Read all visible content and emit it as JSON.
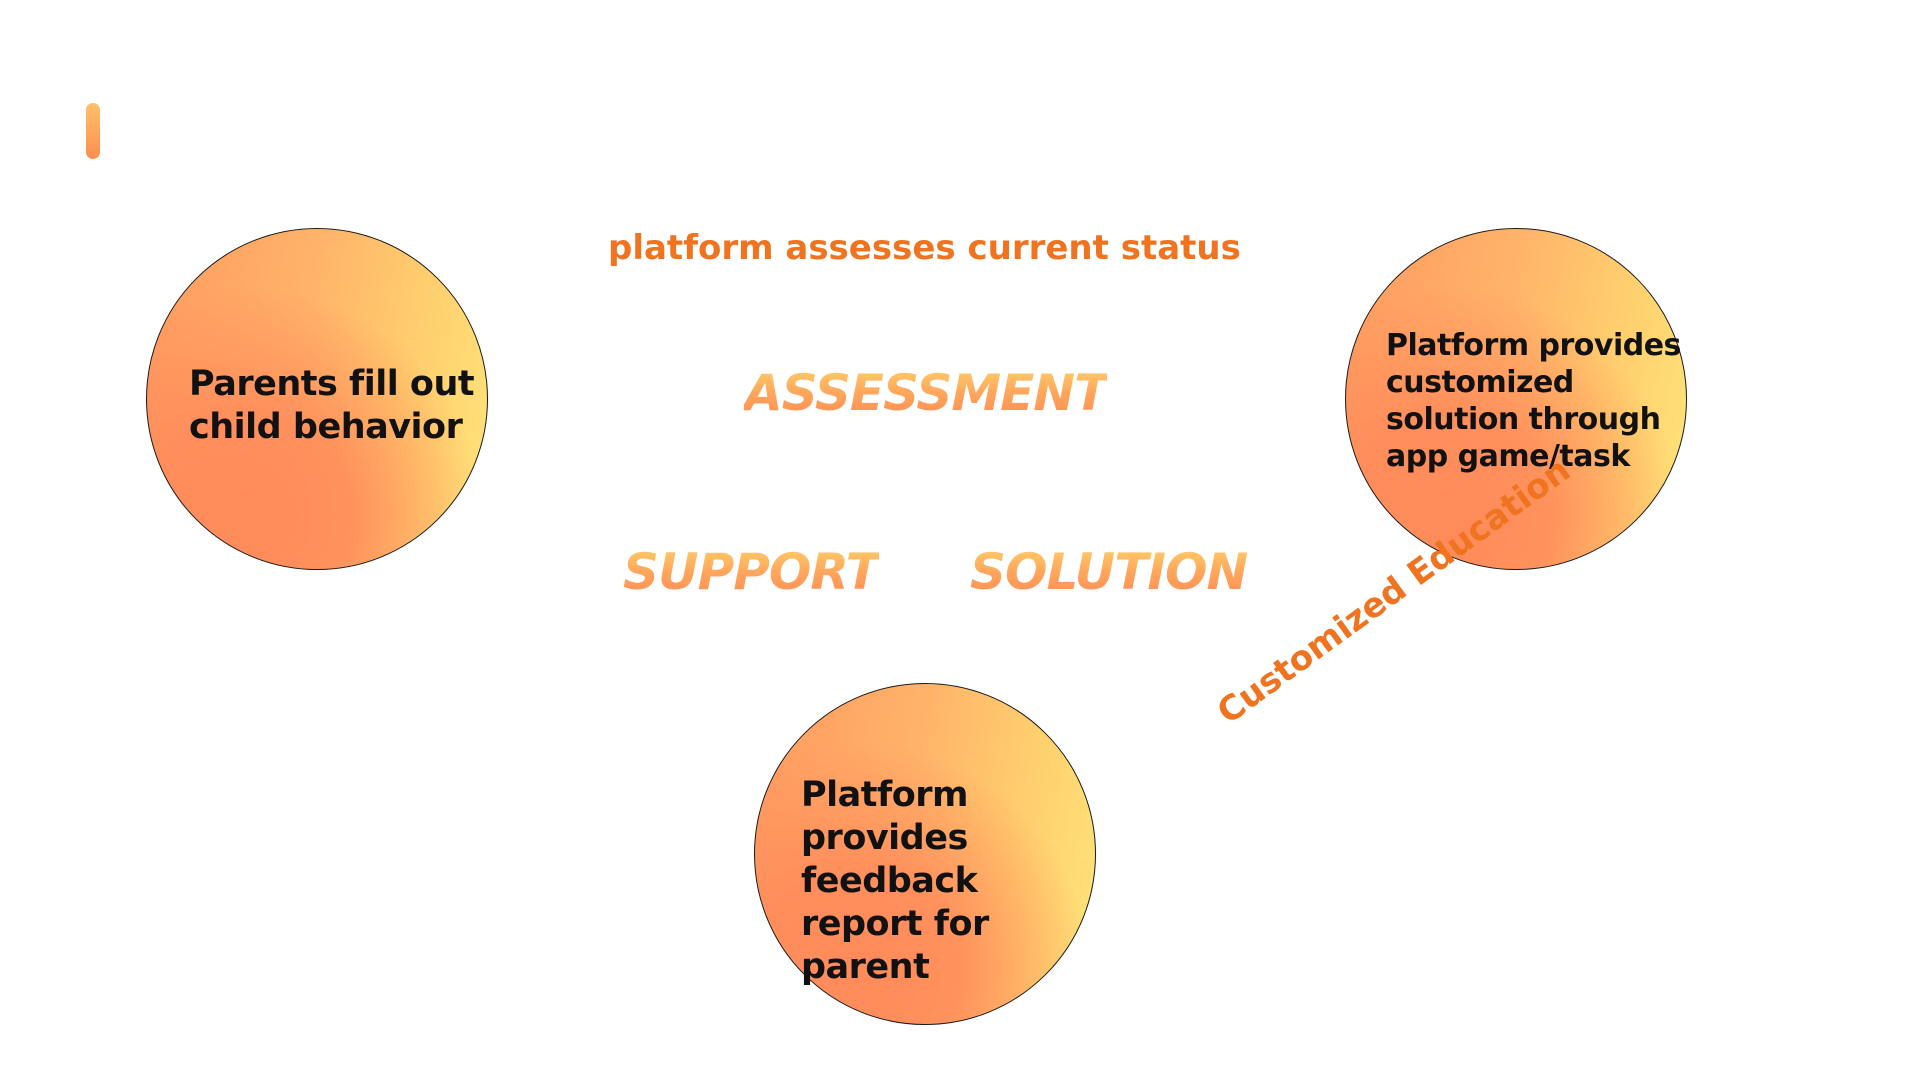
{
  "accent_color": "#f0731f",
  "decor": {
    "accent_bar_icon": "vertical-accent-bar"
  },
  "diagram": {
    "nodes": {
      "parents": {
        "text": "Parents fill out child behavior"
      },
      "solution": {
        "text": "Platform provides customized solution through app game/task"
      },
      "feedback": {
        "text": "Platform provides feedback report for parent"
      }
    },
    "stages": {
      "assessment": "ASSESSMENT",
      "support": "SUPPORT",
      "solution": "SOLUTION"
    },
    "captions": {
      "assessment": "platform assesses current status",
      "education": "Customized Education"
    }
  }
}
